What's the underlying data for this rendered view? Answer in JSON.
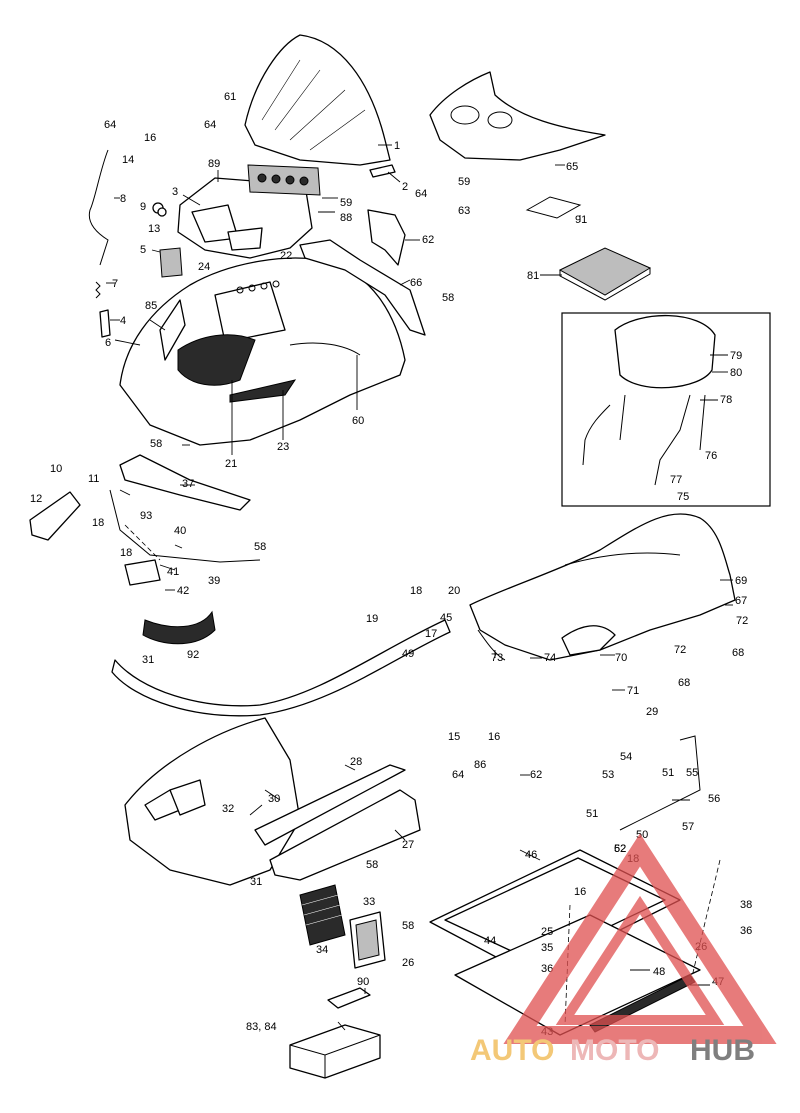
{
  "callouts": [
    {
      "id": "c1",
      "text": "1"
    },
    {
      "id": "c2",
      "text": "2"
    },
    {
      "id": "c3",
      "text": "3"
    },
    {
      "id": "c4",
      "text": "4"
    },
    {
      "id": "c5",
      "text": "5"
    },
    {
      "id": "c6",
      "text": "6"
    },
    {
      "id": "c7",
      "text": "7"
    },
    {
      "id": "c8",
      "text": "8"
    },
    {
      "id": "c9",
      "text": "9"
    },
    {
      "id": "c10",
      "text": "10"
    },
    {
      "id": "c11",
      "text": "11"
    },
    {
      "id": "c12",
      "text": "12"
    },
    {
      "id": "c13",
      "text": "13"
    },
    {
      "id": "c14",
      "text": "14"
    },
    {
      "id": "c15",
      "text": "15"
    },
    {
      "id": "c16a",
      "text": "16"
    },
    {
      "id": "c16b",
      "text": "16"
    },
    {
      "id": "c16c",
      "text": "16"
    },
    {
      "id": "c17",
      "text": "17"
    },
    {
      "id": "c18a",
      "text": "18"
    },
    {
      "id": "c18b",
      "text": "18"
    },
    {
      "id": "c18c",
      "text": "18"
    },
    {
      "id": "c18d",
      "text": "18"
    },
    {
      "id": "c19",
      "text": "19"
    },
    {
      "id": "c20",
      "text": "20"
    },
    {
      "id": "c21",
      "text": "21"
    },
    {
      "id": "c22",
      "text": "22"
    },
    {
      "id": "c23",
      "text": "23"
    },
    {
      "id": "c24",
      "text": "24"
    },
    {
      "id": "c25",
      "text": "25"
    },
    {
      "id": "c26a",
      "text": "26"
    },
    {
      "id": "c26b",
      "text": "26"
    },
    {
      "id": "c27",
      "text": "27"
    },
    {
      "id": "c28",
      "text": "28"
    },
    {
      "id": "c29",
      "text": "29"
    },
    {
      "id": "c30",
      "text": "30"
    },
    {
      "id": "c31a",
      "text": "31"
    },
    {
      "id": "c31b",
      "text": "31"
    },
    {
      "id": "c32",
      "text": "32"
    },
    {
      "id": "c33",
      "text": "33"
    },
    {
      "id": "c34",
      "text": "34"
    },
    {
      "id": "c35",
      "text": "35"
    },
    {
      "id": "c36a",
      "text": "36"
    },
    {
      "id": "c36b",
      "text": "36"
    },
    {
      "id": "c37",
      "text": "37"
    },
    {
      "id": "c38",
      "text": "38"
    },
    {
      "id": "c39",
      "text": "39"
    },
    {
      "id": "c40",
      "text": "40"
    },
    {
      "id": "c41",
      "text": "41"
    },
    {
      "id": "c42",
      "text": "42"
    },
    {
      "id": "c43",
      "text": "43"
    },
    {
      "id": "c44",
      "text": "44"
    },
    {
      "id": "c45",
      "text": "45"
    },
    {
      "id": "c46",
      "text": "46"
    },
    {
      "id": "c47",
      "text": "47"
    },
    {
      "id": "c48",
      "text": "48"
    },
    {
      "id": "c49",
      "text": "49"
    },
    {
      "id": "c50",
      "text": "50"
    },
    {
      "id": "c51a",
      "text": "51"
    },
    {
      "id": "c51b",
      "text": "51"
    },
    {
      "id": "c52",
      "text": "52"
    },
    {
      "id": "c53",
      "text": "53"
    },
    {
      "id": "c54",
      "text": "54"
    },
    {
      "id": "c55",
      "text": "55"
    },
    {
      "id": "c56",
      "text": "56"
    },
    {
      "id": "c57",
      "text": "57"
    },
    {
      "id": "c58a",
      "text": "58"
    },
    {
      "id": "c58b",
      "text": "58"
    },
    {
      "id": "c58c",
      "text": "58"
    },
    {
      "id": "c58d",
      "text": "58"
    },
    {
      "id": "c58e",
      "text": "58"
    },
    {
      "id": "c59a",
      "text": "59"
    },
    {
      "id": "c59b",
      "text": "59"
    },
    {
      "id": "c60",
      "text": "60"
    },
    {
      "id": "c61",
      "text": "61"
    },
    {
      "id": "c62a",
      "text": "62"
    },
    {
      "id": "c62b",
      "text": "62"
    },
    {
      "id": "c62c",
      "text": "62"
    },
    {
      "id": "c63",
      "text": "63"
    },
    {
      "id": "c64a",
      "text": "64"
    },
    {
      "id": "c64b",
      "text": "64"
    },
    {
      "id": "c64c",
      "text": "64"
    },
    {
      "id": "c64d",
      "text": "64"
    },
    {
      "id": "c65",
      "text": "65"
    },
    {
      "id": "c66",
      "text": "66"
    },
    {
      "id": "c67",
      "text": "67"
    },
    {
      "id": "c68a",
      "text": "68"
    },
    {
      "id": "c68b",
      "text": "68"
    },
    {
      "id": "c69",
      "text": "69"
    },
    {
      "id": "c70",
      "text": "70"
    },
    {
      "id": "c71",
      "text": "71"
    },
    {
      "id": "c72a",
      "text": "72"
    },
    {
      "id": "c72b",
      "text": "72"
    },
    {
      "id": "c73",
      "text": "73"
    },
    {
      "id": "c74",
      "text": "74"
    },
    {
      "id": "c75",
      "text": "75"
    },
    {
      "id": "c76",
      "text": "76"
    },
    {
      "id": "c77",
      "text": "77"
    },
    {
      "id": "c78",
      "text": "78"
    },
    {
      "id": "c79",
      "text": "79"
    },
    {
      "id": "c80",
      "text": "80"
    },
    {
      "id": "c81",
      "text": "81"
    },
    {
      "id": "c8384",
      "text": "83, 84"
    },
    {
      "id": "c85",
      "text": "85"
    },
    {
      "id": "c86",
      "text": "86"
    },
    {
      "id": "c88",
      "text": "88"
    },
    {
      "id": "c89",
      "text": "89"
    },
    {
      "id": "c90",
      "text": "90"
    },
    {
      "id": "c91",
      "text": "91"
    },
    {
      "id": "c92",
      "text": "92"
    },
    {
      "id": "c93",
      "text": "93"
    }
  ],
  "watermark": {
    "part1": "AUTO",
    "part2": "MOTO",
    "part3": "HUB",
    "color_auto": "#f0b64a",
    "color_moto": "#e8a0a0",
    "color_hub": "#555555",
    "triangle_color": "#e05050"
  }
}
